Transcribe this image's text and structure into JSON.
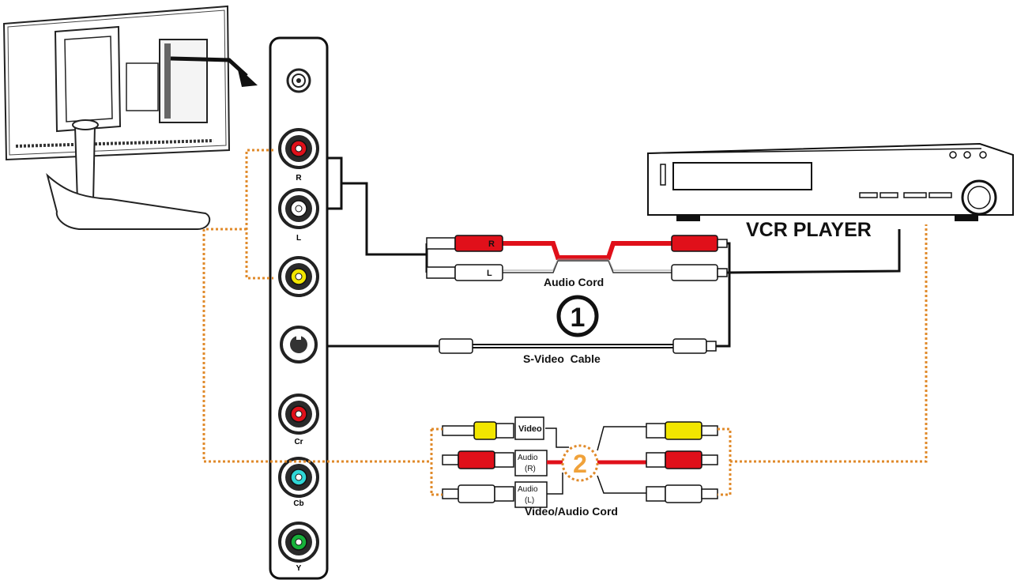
{
  "panel": {
    "ports": [
      {
        "label": "",
        "kind": "antenna"
      },
      {
        "label": "R",
        "kind": "rca",
        "color": "#e0101a"
      },
      {
        "label": "L",
        "kind": "rca",
        "color": "#ffffff"
      },
      {
        "label": "",
        "kind": "rca",
        "color": "#f2e600"
      },
      {
        "label": "",
        "kind": "svideo"
      },
      {
        "label": "Cr",
        "kind": "rca",
        "color": "#e0101a"
      },
      {
        "label": "Cb",
        "kind": "rca",
        "color": "#2fd6d6"
      },
      {
        "label": "Y",
        "kind": "rca",
        "color": "#16b23a"
      }
    ]
  },
  "device": {
    "title": "VCR PLAYER"
  },
  "cables": {
    "audio": {
      "label": "Audio Cord",
      "plug_r": "R",
      "plug_l": "L"
    },
    "svideo": {
      "label": "S-Video  Cable"
    },
    "av": {
      "label": "Video/Audio Cord",
      "tag_video": "Video",
      "tag_audio_r_1": "Audio",
      "tag_audio_r_2": "(R)",
      "tag_audio_l_1": "Audio",
      "tag_audio_l_2": "(L)"
    }
  },
  "markers": {
    "one": "1",
    "two": "2"
  },
  "colors": {
    "red": "#e0101a",
    "yellow": "#f2e600",
    "white": "#ffffff",
    "dotted": "#e08a2a",
    "marker_two": "#f0a23a"
  }
}
